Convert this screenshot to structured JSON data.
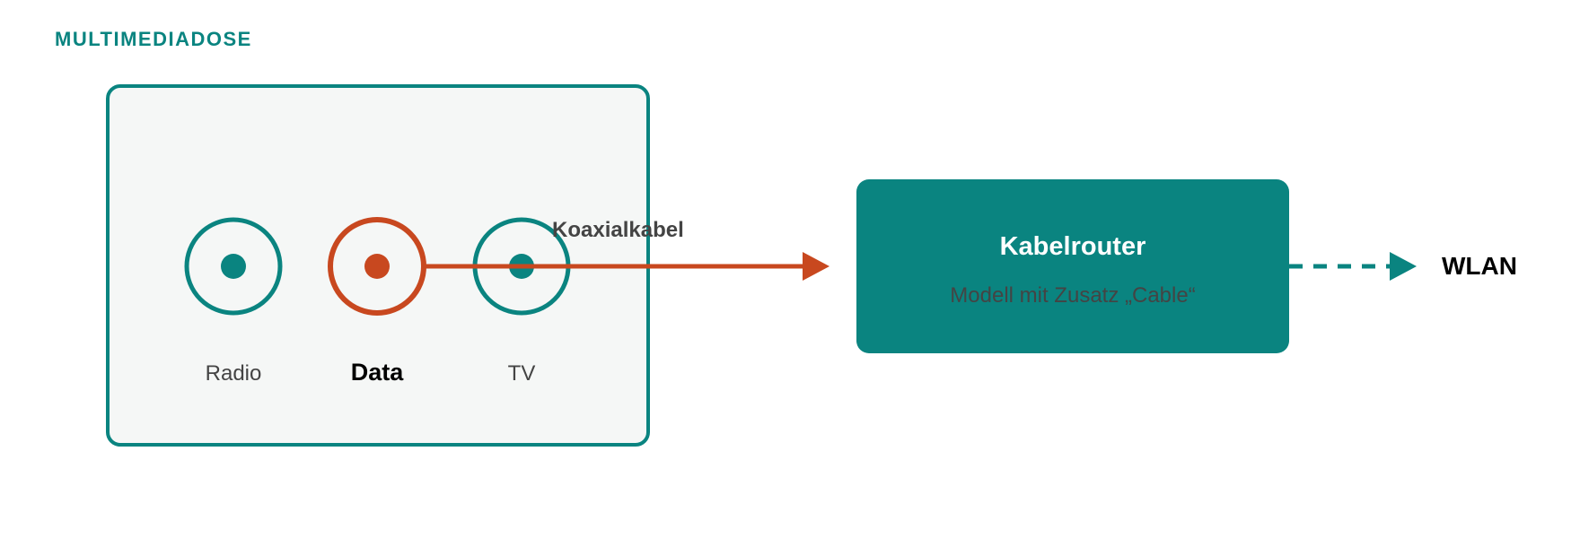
{
  "colors": {
    "teal": "#0a8480",
    "orange": "#c8481f",
    "panel_fill": "#f5f7f6",
    "text_dark": "#444444",
    "text_black": "#000000",
    "white": "#ffffff"
  },
  "section": {
    "title": "MULTIMEDIADOSE"
  },
  "socket": {
    "ports": [
      {
        "label": "Radio",
        "icon": "coax-port-icon",
        "active": false
      },
      {
        "label": "Data",
        "icon": "coax-port-icon",
        "active": true
      },
      {
        "label": "TV",
        "icon": "coax-port-icon",
        "active": false
      }
    ]
  },
  "cable": {
    "label": "Koaxialkabel"
  },
  "router": {
    "title": "Kabelrouter",
    "subtitle": "Modell mit Zusatz „Cable“"
  },
  "wireless": {
    "label": "WLAN"
  }
}
